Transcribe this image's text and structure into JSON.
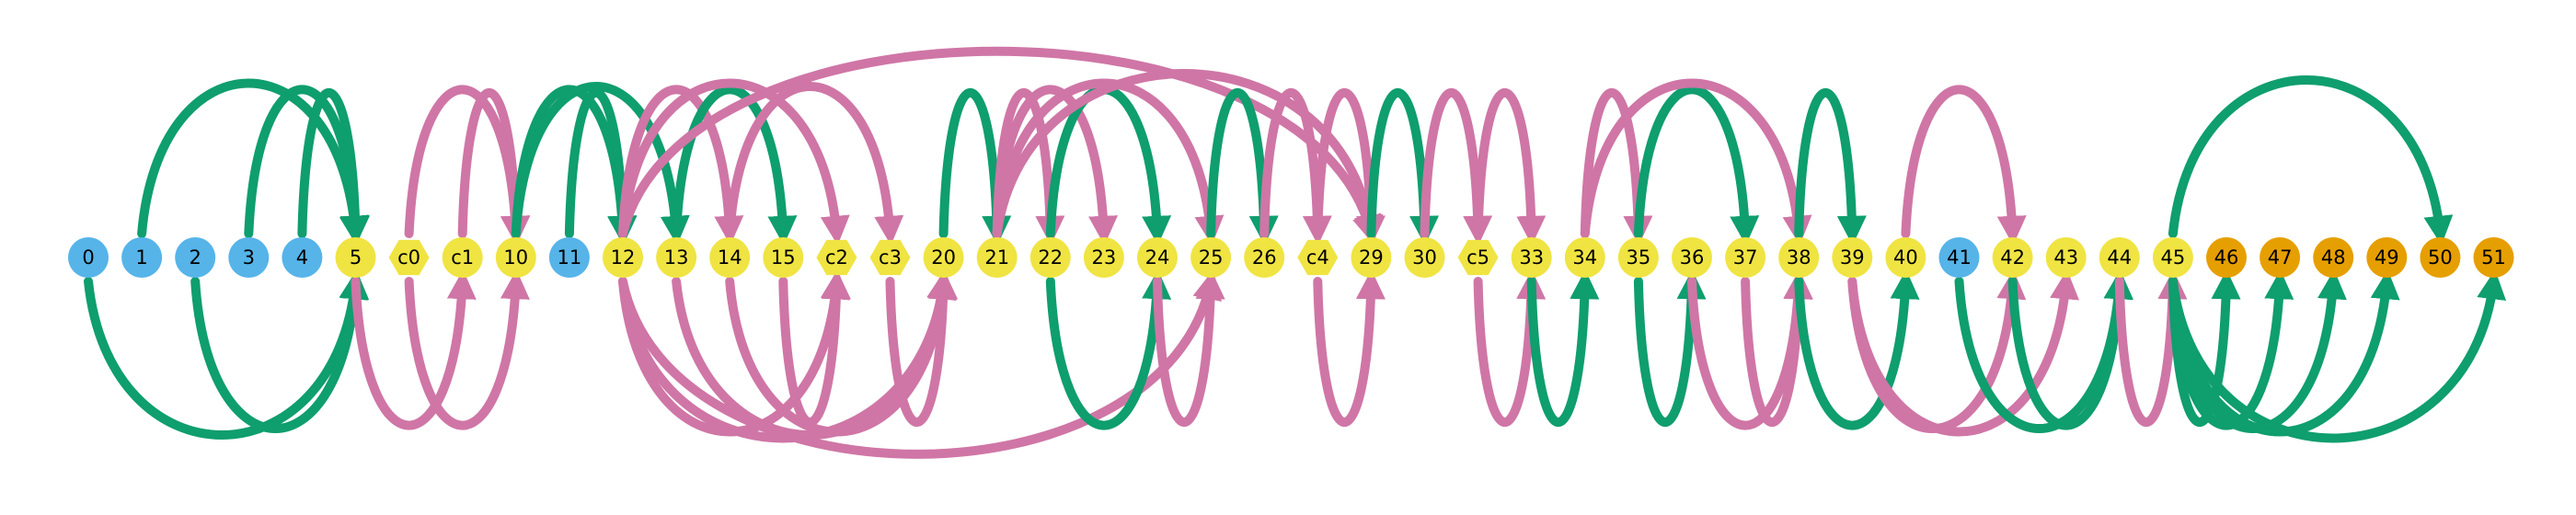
{
  "colors": {
    "arc_green": "#0f9e6e",
    "arc_pink": "#cf76a6",
    "node_blue": "#56b4e9",
    "node_yellow": "#f0e442",
    "node_orange": "#e69f00"
  },
  "nodes": [
    {
      "label": "0",
      "kind": "blue",
      "shape": "circle"
    },
    {
      "label": "1",
      "kind": "blue",
      "shape": "circle"
    },
    {
      "label": "2",
      "kind": "blue",
      "shape": "circle"
    },
    {
      "label": "3",
      "kind": "blue",
      "shape": "circle"
    },
    {
      "label": "4",
      "kind": "blue",
      "shape": "circle"
    },
    {
      "label": "5",
      "kind": "yellow",
      "shape": "circle"
    },
    {
      "label": "c0",
      "kind": "yellow",
      "shape": "hexagon"
    },
    {
      "label": "c1",
      "kind": "yellow",
      "shape": "circle"
    },
    {
      "label": "10",
      "kind": "yellow",
      "shape": "circle"
    },
    {
      "label": "11",
      "kind": "blue",
      "shape": "circle"
    },
    {
      "label": "12",
      "kind": "yellow",
      "shape": "circle"
    },
    {
      "label": "13",
      "kind": "yellow",
      "shape": "circle"
    },
    {
      "label": "14",
      "kind": "yellow",
      "shape": "circle"
    },
    {
      "label": "15",
      "kind": "yellow",
      "shape": "circle"
    },
    {
      "label": "c2",
      "kind": "yellow",
      "shape": "hexagon"
    },
    {
      "label": "c3",
      "kind": "yellow",
      "shape": "hexagon"
    },
    {
      "label": "20",
      "kind": "yellow",
      "shape": "circle"
    },
    {
      "label": "21",
      "kind": "yellow",
      "shape": "circle"
    },
    {
      "label": "22",
      "kind": "yellow",
      "shape": "circle"
    },
    {
      "label": "23",
      "kind": "yellow",
      "shape": "circle"
    },
    {
      "label": "24",
      "kind": "yellow",
      "shape": "circle"
    },
    {
      "label": "25",
      "kind": "yellow",
      "shape": "circle"
    },
    {
      "label": "26",
      "kind": "yellow",
      "shape": "circle"
    },
    {
      "label": "c4",
      "kind": "yellow",
      "shape": "hexagon"
    },
    {
      "label": "29",
      "kind": "yellow",
      "shape": "circle"
    },
    {
      "label": "30",
      "kind": "yellow",
      "shape": "circle"
    },
    {
      "label": "c5",
      "kind": "yellow",
      "shape": "hexagon"
    },
    {
      "label": "33",
      "kind": "yellow",
      "shape": "circle"
    },
    {
      "label": "34",
      "kind": "yellow",
      "shape": "circle"
    },
    {
      "label": "35",
      "kind": "yellow",
      "shape": "circle"
    },
    {
      "label": "36",
      "kind": "yellow",
      "shape": "circle"
    },
    {
      "label": "37",
      "kind": "yellow",
      "shape": "circle"
    },
    {
      "label": "38",
      "kind": "yellow",
      "shape": "circle"
    },
    {
      "label": "39",
      "kind": "yellow",
      "shape": "circle"
    },
    {
      "label": "40",
      "kind": "yellow",
      "shape": "circle"
    },
    {
      "label": "41",
      "kind": "blue",
      "shape": "circle"
    },
    {
      "label": "42",
      "kind": "yellow",
      "shape": "circle"
    },
    {
      "label": "43",
      "kind": "yellow",
      "shape": "circle"
    },
    {
      "label": "44",
      "kind": "yellow",
      "shape": "circle"
    },
    {
      "label": "45",
      "kind": "yellow",
      "shape": "circle"
    },
    {
      "label": "46",
      "kind": "orange",
      "shape": "circle"
    },
    {
      "label": "47",
      "kind": "orange",
      "shape": "circle"
    },
    {
      "label": "48",
      "kind": "orange",
      "shape": "circle"
    },
    {
      "label": "49",
      "kind": "orange",
      "shape": "circle"
    },
    {
      "label": "50",
      "kind": "orange",
      "shape": "circle"
    },
    {
      "label": "51",
      "kind": "orange",
      "shape": "circle"
    }
  ],
  "arcs": [
    {
      "from": "1",
      "to": "5",
      "color": "green",
      "side": "top"
    },
    {
      "from": "3",
      "to": "5",
      "color": "green",
      "side": "top"
    },
    {
      "from": "4",
      "to": "5",
      "color": "green",
      "side": "top"
    },
    {
      "from": "0",
      "to": "5",
      "color": "green",
      "side": "bottom"
    },
    {
      "from": "2",
      "to": "5",
      "color": "green",
      "side": "bottom"
    },
    {
      "from": "c1",
      "to": "10",
      "color": "pink",
      "side": "top"
    },
    {
      "from": "c0",
      "to": "10",
      "color": "pink",
      "side": "top"
    },
    {
      "from": "5",
      "to": "c1",
      "color": "pink",
      "side": "bottom"
    },
    {
      "from": "c0",
      "to": "10",
      "color": "pink",
      "side": "bottom"
    },
    {
      "from": "10",
      "to": "12",
      "color": "green",
      "side": "top"
    },
    {
      "from": "11",
      "to": "12",
      "color": "green",
      "side": "top"
    },
    {
      "from": "10",
      "to": "13",
      "color": "green",
      "side": "top"
    },
    {
      "from": "12",
      "to": "14",
      "color": "pink",
      "side": "top"
    },
    {
      "from": "13",
      "to": "15",
      "color": "green",
      "side": "top"
    },
    {
      "from": "12",
      "to": "c2",
      "color": "pink",
      "side": "top"
    },
    {
      "from": "14",
      "to": "c3",
      "color": "pink",
      "side": "top"
    },
    {
      "from": "12",
      "to": "29",
      "color": "pink",
      "side": "top"
    },
    {
      "from": "12",
      "to": "c2",
      "color": "pink",
      "side": "bottom"
    },
    {
      "from": "12",
      "to": "20",
      "color": "pink",
      "side": "bottom"
    },
    {
      "from": "13",
      "to": "20",
      "color": "pink",
      "side": "bottom"
    },
    {
      "from": "14",
      "to": "20",
      "color": "pink",
      "side": "bottom"
    },
    {
      "from": "12",
      "to": "25",
      "color": "pink",
      "side": "bottom"
    },
    {
      "from": "15",
      "to": "c2",
      "color": "pink",
      "side": "bottom"
    },
    {
      "from": "c3",
      "to": "20",
      "color": "pink",
      "side": "bottom"
    },
    {
      "from": "20",
      "to": "21",
      "color": "green",
      "side": "top"
    },
    {
      "from": "21",
      "to": "22",
      "color": "pink",
      "side": "top"
    },
    {
      "from": "21",
      "to": "23",
      "color": "pink",
      "side": "top"
    },
    {
      "from": "22",
      "to": "24",
      "color": "green",
      "side": "top"
    },
    {
      "from": "21",
      "to": "25",
      "color": "pink",
      "side": "top"
    },
    {
      "from": "21",
      "to": "29",
      "color": "pink",
      "side": "top"
    },
    {
      "from": "22",
      "to": "24",
      "color": "green",
      "side": "bottom"
    },
    {
      "from": "24",
      "to": "25",
      "color": "pink",
      "side": "bottom"
    },
    {
      "from": "25",
      "to": "26",
      "color": "green",
      "side": "top"
    },
    {
      "from": "26",
      "to": "c4",
      "color": "pink",
      "side": "top"
    },
    {
      "from": "c4",
      "to": "29",
      "color": "pink",
      "side": "top"
    },
    {
      "from": "29",
      "to": "30",
      "color": "green",
      "side": "top"
    },
    {
      "from": "30",
      "to": "c5",
      "color": "pink",
      "side": "top"
    },
    {
      "from": "c5",
      "to": "33",
      "color": "pink",
      "side": "top"
    },
    {
      "from": "c4",
      "to": "29",
      "color": "pink",
      "side": "bottom"
    },
    {
      "from": "c5",
      "to": "33",
      "color": "pink",
      "side": "bottom"
    },
    {
      "from": "33",
      "to": "34",
      "color": "green",
      "side": "bottom"
    },
    {
      "from": "34",
      "to": "35",
      "color": "pink",
      "side": "top"
    },
    {
      "from": "35",
      "to": "37",
      "color": "green",
      "side": "top"
    },
    {
      "from": "34",
      "to": "38",
      "color": "pink",
      "side": "top"
    },
    {
      "from": "38",
      "to": "39",
      "color": "green",
      "side": "top"
    },
    {
      "from": "40",
      "to": "42",
      "color": "pink",
      "side": "top"
    },
    {
      "from": "35",
      "to": "36",
      "color": "green",
      "side": "bottom"
    },
    {
      "from": "36",
      "to": "38",
      "color": "pink",
      "side": "bottom"
    },
    {
      "from": "37",
      "to": "38",
      "color": "pink",
      "side": "bottom"
    },
    {
      "from": "38",
      "to": "40",
      "color": "green",
      "side": "bottom"
    },
    {
      "from": "39",
      "to": "42",
      "color": "pink",
      "side": "bottom"
    },
    {
      "from": "39",
      "to": "43",
      "color": "pink",
      "side": "bottom"
    },
    {
      "from": "41",
      "to": "44",
      "color": "green",
      "side": "bottom"
    },
    {
      "from": "42",
      "to": "44",
      "color": "green",
      "side": "bottom"
    },
    {
      "from": "44",
      "to": "45",
      "color": "pink",
      "side": "bottom"
    },
    {
      "from": "45",
      "to": "50",
      "color": "green",
      "side": "top"
    },
    {
      "from": "45",
      "to": "46",
      "color": "green",
      "side": "bottom"
    },
    {
      "from": "45",
      "to": "47",
      "color": "green",
      "side": "bottom"
    },
    {
      "from": "45",
      "to": "48",
      "color": "green",
      "side": "bottom"
    },
    {
      "from": "45",
      "to": "49",
      "color": "green",
      "side": "bottom"
    },
    {
      "from": "45",
      "to": "51",
      "color": "green",
      "side": "bottom"
    }
  ]
}
